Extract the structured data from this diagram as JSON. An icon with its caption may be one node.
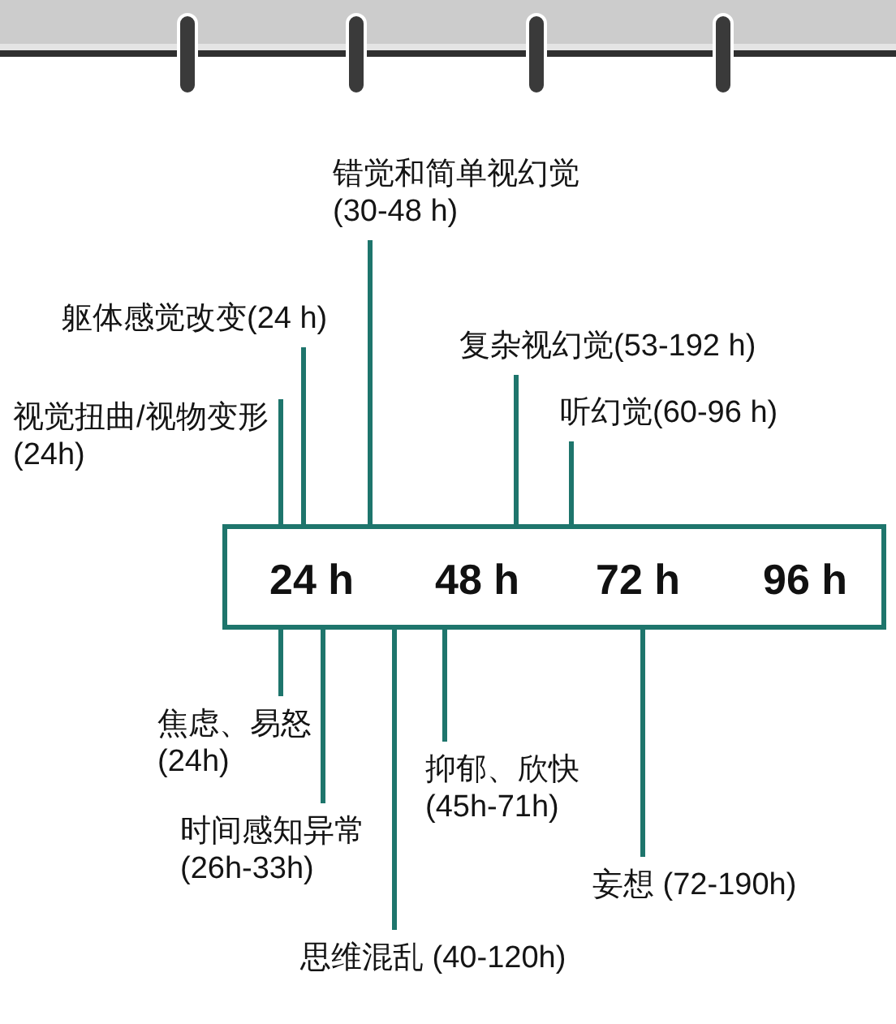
{
  "diagram": {
    "nodes": [
      {
        "text": [
          "错觉和简单视幻觉(30-48 h)"
        ]
      },
      {
        "text": [
          "躯体感觉改变(24 h)"
        ]
      },
      {
        "text": [
          "复杂视幻觉(53-192 h)"
        ]
      },
      {
        "text": [
          "听幻觉(60-96 h)"
        ]
      },
      {
        "text": [
          "视觉扭曲/视物变形(24h)"
        ]
      },
      {
        "text": [
          "24 h",
          "48 h",
          "72 h",
          "96 h"
        ]
      },
      {
        "text": [
          "焦虑、易怒(24h)"
        ]
      },
      {
        "text": [
          "抑郁、欣快(45h-71h)"
        ]
      },
      {
        "text": [
          "时间感知异常(26h-33h)"
        ]
      },
      {
        "text": [
          "妄想 (72-190h)"
        ]
      },
      {
        "text": [
          "思维混乱 (40-120h)"
        ]
      }
    ],
    "edges": [
      {
        "from": 0,
        "to": 5,
        "arrow": "none"
      },
      {
        "from": 1,
        "to": 5,
        "arrow": "none"
      },
      {
        "from": 2,
        "to": 5,
        "arrow": "none"
      },
      {
        "from": 3,
        "to": 5,
        "arrow": "none"
      },
      {
        "from": 4,
        "to": 5,
        "arrow": "none"
      },
      {
        "from": 6,
        "to": 5,
        "arrow": "none"
      },
      {
        "from": 7,
        "to": 5,
        "arrow": "none"
      },
      {
        "from": 8,
        "to": 5,
        "arrow": "none"
      },
      {
        "from": 9,
        "to": 5,
        "arrow": "none"
      },
      {
        "from": 10,
        "to": 5,
        "arrow": "none"
      }
    ]
  }
}
